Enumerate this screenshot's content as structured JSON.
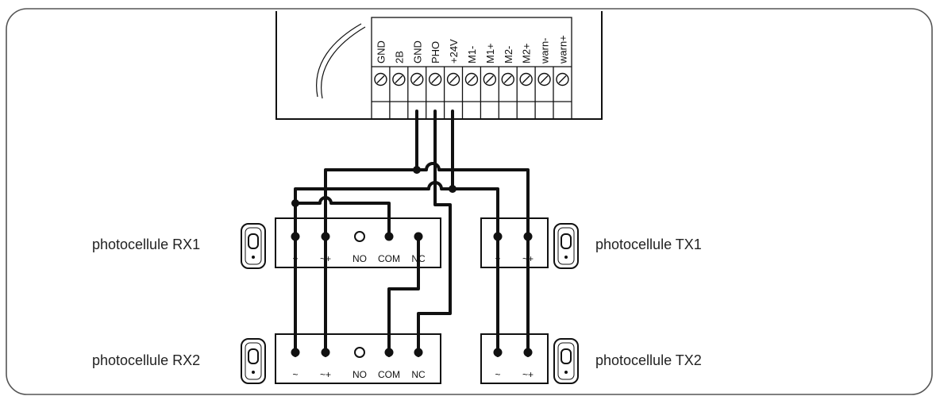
{
  "control_board": {
    "terminals": [
      "GND",
      "2B",
      "GND",
      "PHO",
      "+24V",
      "M1-",
      "M1+",
      "M2-",
      "M2+",
      "warn-",
      "warn+"
    ]
  },
  "devices": {
    "rx1": {
      "label": "photocellule RX1",
      "pins": [
        "~",
        "~+",
        "NO",
        "COM",
        "NC"
      ]
    },
    "rx2": {
      "label": "photocellule RX2",
      "pins": [
        "~",
        "~+",
        "NO",
        "COM",
        "NC"
      ]
    },
    "tx1": {
      "label": "photocellule TX1",
      "pins": [
        "~",
        "~+"
      ]
    },
    "tx2": {
      "label": "photocellule TX2",
      "pins": [
        "~",
        "~+"
      ]
    }
  },
  "icons": {
    "photocell": "photocell-sensor-icon",
    "terminal_screw": "terminal-screw-icon"
  }
}
